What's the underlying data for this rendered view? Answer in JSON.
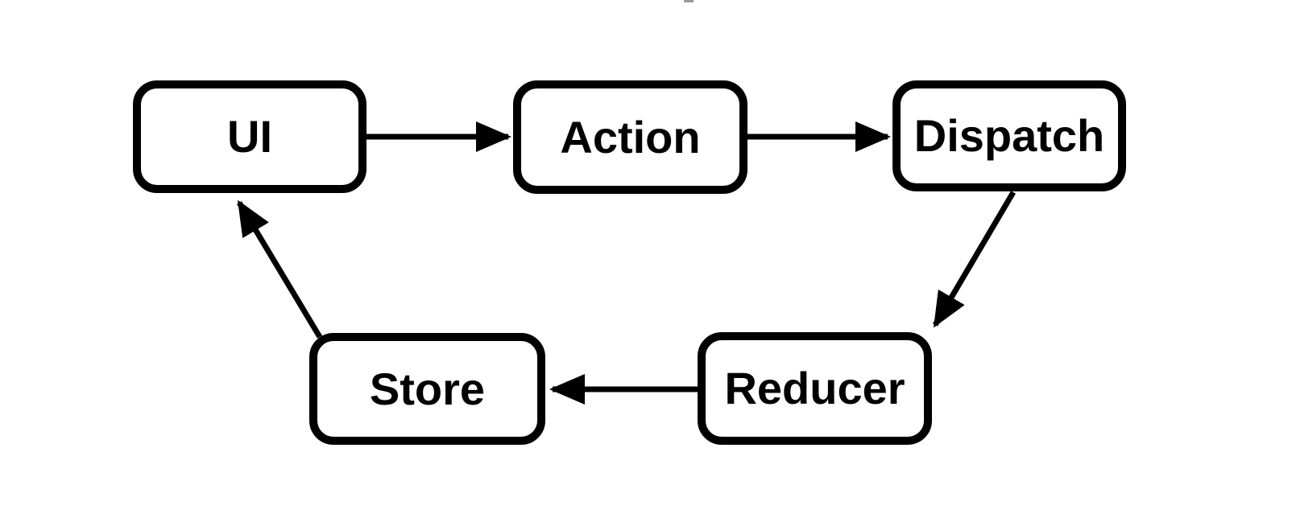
{
  "colors": {
    "stroke": "#000000",
    "canvas": "#ffffff",
    "artifact": "#999999"
  },
  "diagram": {
    "type": "flowchart",
    "nodes": [
      {
        "id": "ui",
        "label": "UI"
      },
      {
        "id": "action",
        "label": "Action"
      },
      {
        "id": "dispatch",
        "label": "Dispatch"
      },
      {
        "id": "store",
        "label": "Store"
      },
      {
        "id": "reducer",
        "label": "Reducer"
      }
    ],
    "edges": [
      {
        "from": "UI",
        "to": "Action"
      },
      {
        "from": "Action",
        "to": "Dispatch"
      },
      {
        "from": "Dispatch",
        "to": "Reducer"
      },
      {
        "from": "Reducer",
        "to": "Store"
      },
      {
        "from": "Store",
        "to": "UI"
      }
    ]
  }
}
